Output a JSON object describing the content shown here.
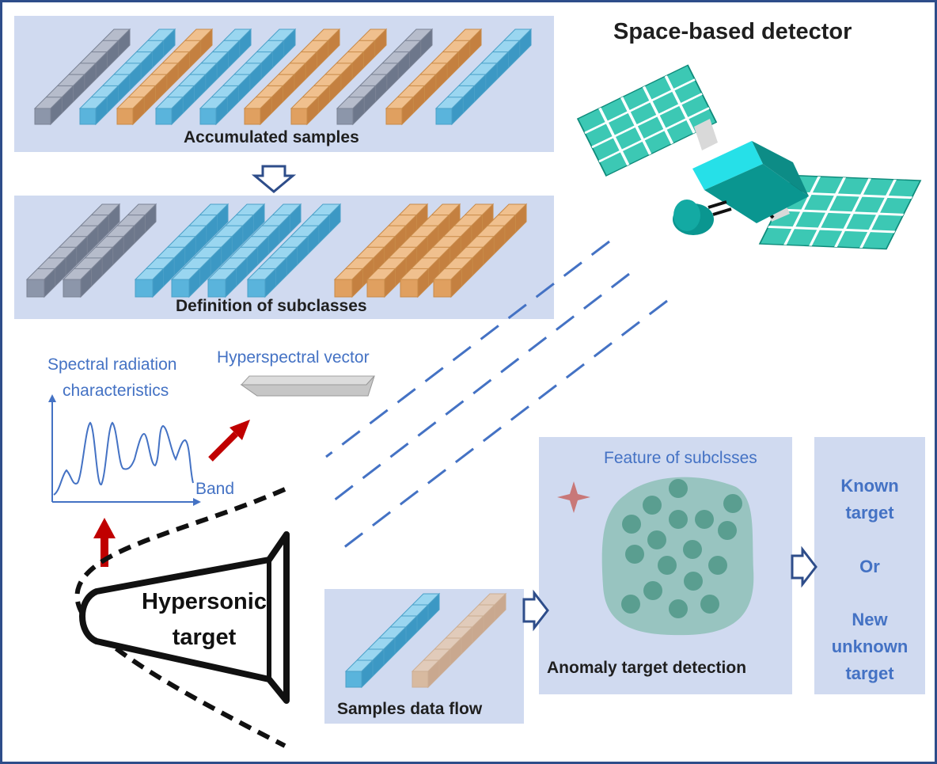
{
  "title": "Space-based detector",
  "panels": {
    "accumulated": "Accumulated samples",
    "subclasses": "Definition of subclasses",
    "flow": "Samples data flow",
    "anomaly": "Anomaly target detection",
    "feature": "Feature of subclsses"
  },
  "spectrum": {
    "title_line1": "Spectral radiation",
    "title_line2": "characteristics",
    "x_label": "Band"
  },
  "vector_label": "Hyperspectral vector",
  "target": {
    "line1": "Hypersonic",
    "line2": "target"
  },
  "result": {
    "known_line1": "Known",
    "known_line2": "target",
    "or": "Or",
    "new_line1": "New",
    "new_line2": "unknown",
    "new_line3": "target"
  },
  "colors": {
    "panel_fill": "#d0daf0",
    "border": "#2e4d8a",
    "accent_text": "#4472c4",
    "gray_sample": "#8c96aa",
    "blue_sample": "#5ab4dc",
    "orange_sample": "#e0a060",
    "satellite_panel": "#3cc8b4",
    "satellite_body": "#0a9690",
    "red_arrow": "#c00000",
    "cluster_fill": "#98c4c0",
    "cluster_dot": "#5a9e90",
    "anomaly_star": "#c87878"
  },
  "icons": {
    "satellite": "satellite-icon",
    "down_arrow": "hollow-down-arrow-icon",
    "right_arrow": "hollow-right-arrow-icon",
    "star": "anomaly-star-icon"
  },
  "row1_sample_colors": [
    "gray",
    "blue",
    "orange",
    "blue",
    "blue",
    "orange",
    "orange",
    "gray",
    "orange",
    "blue"
  ],
  "row2_groups": [
    {
      "color": "gray",
      "count": 2
    },
    {
      "color": "blue",
      "count": 4
    },
    {
      "color": "orange",
      "count": 4
    }
  ],
  "flow_sample_colors": [
    "blue",
    "orange"
  ]
}
